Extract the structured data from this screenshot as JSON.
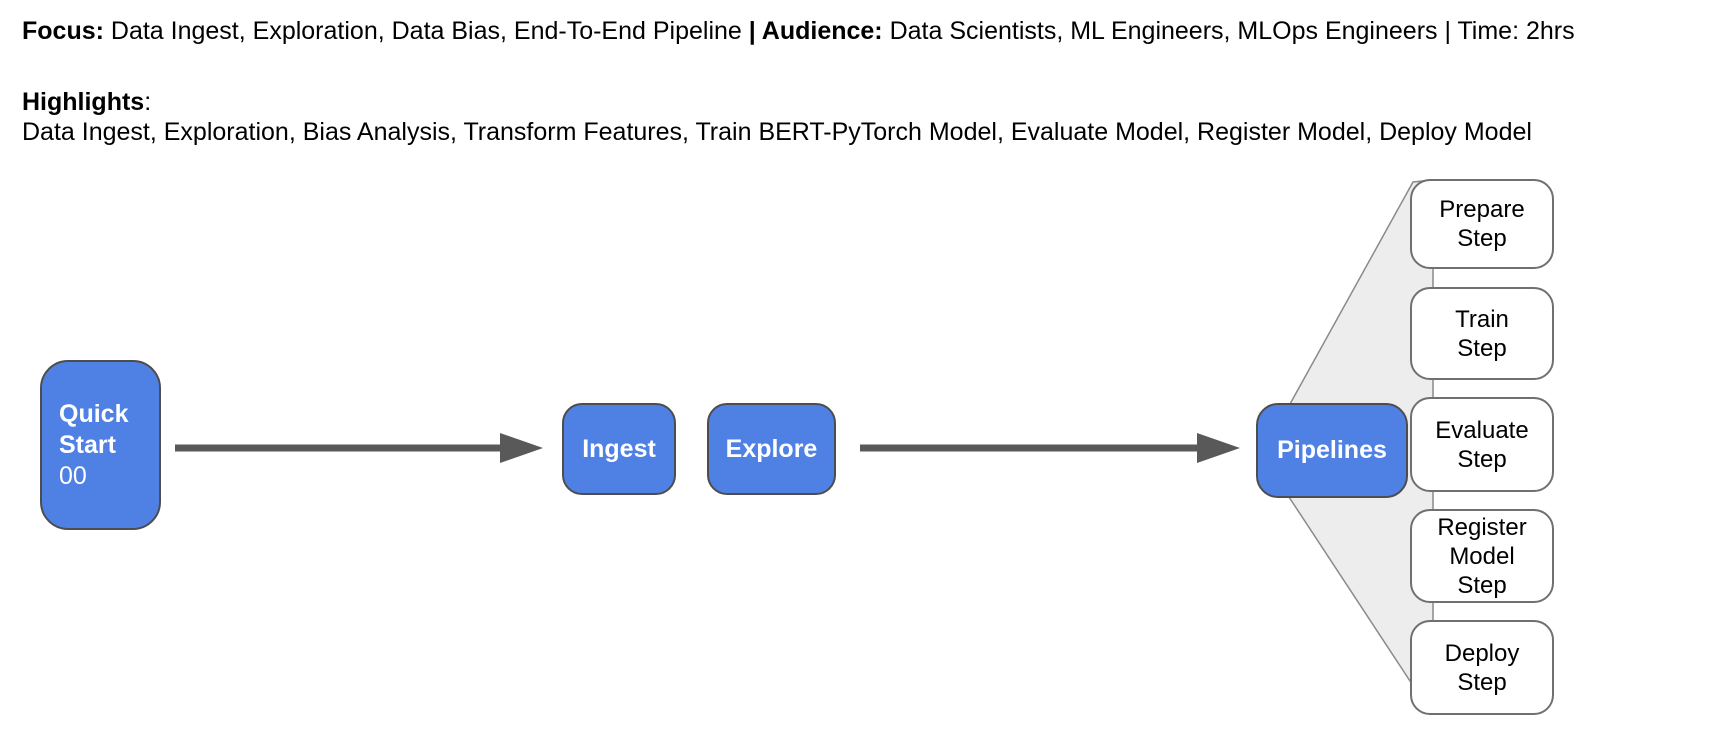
{
  "header": {
    "focus_label": "Focus:",
    "focus_text": " Data Ingest, Exploration, Data Bias, End-To-End Pipeline ",
    "audience_label": "| Audience:",
    "audience_text": " Data Scientists, ML Engineers, MLOps Engineers | Time: 2hrs",
    "highlights_label": "Highlights",
    "highlights_colon": ":",
    "highlights_text": "Data Ingest, Exploration, Bias Analysis, Transform Features, Train BERT-PyTorch Model, Evaluate Model, Register Model, Deploy Model"
  },
  "diagram": {
    "colors": {
      "node_blue": "#4f81e5",
      "node_border": "#4d4d4d",
      "step_border": "#707070",
      "arrow_gray": "#595959",
      "fan_fill": "#ededed",
      "fan_stroke": "#8a8a8a",
      "node_text": "#ffffff",
      "step_text": "#000000"
    },
    "quick_start": {
      "title": "Quick Start",
      "number": "00"
    },
    "ingest": {
      "label": "Ingest"
    },
    "explore": {
      "label": "Explore"
    },
    "pipelines": {
      "label": "Pipelines"
    },
    "steps": [
      {
        "label": "Prepare\nStep"
      },
      {
        "label": "Train\nStep"
      },
      {
        "label": "Evaluate\nStep"
      },
      {
        "label": "Register\nModel\nStep"
      },
      {
        "label": "Deploy\nStep"
      }
    ]
  }
}
